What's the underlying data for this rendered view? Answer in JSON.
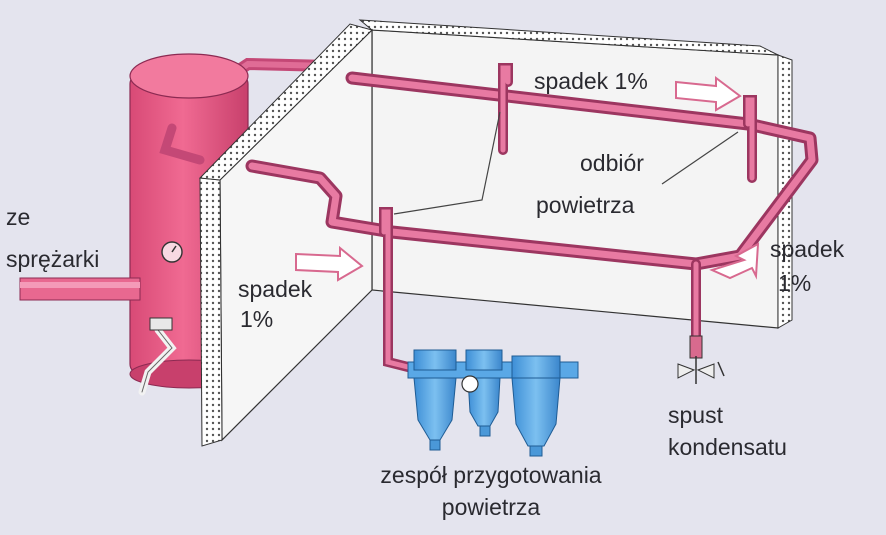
{
  "labels": {
    "compressor_line1": "ze",
    "compressor_line2": "sprężarki",
    "slope_top": "spadek 1%",
    "slope_left_line1": "spadek",
    "slope_left_line2": "1%",
    "slope_right_line1": "spadek",
    "slope_right_line2": "1%",
    "air_takeoff_line1": "odbiór",
    "air_takeoff_line2": "powietrza",
    "drain_line1": "spust",
    "drain_line2": "kondensatu",
    "prep_unit_line1": "zespół przygotowania",
    "prep_unit_line2": "powietrza"
  },
  "colors": {
    "background": "#e4e4ee",
    "pipe": "#d85a86",
    "tank": "#ee5e86",
    "filter": "#56a6e4",
    "wall": "#f4f4f4"
  }
}
